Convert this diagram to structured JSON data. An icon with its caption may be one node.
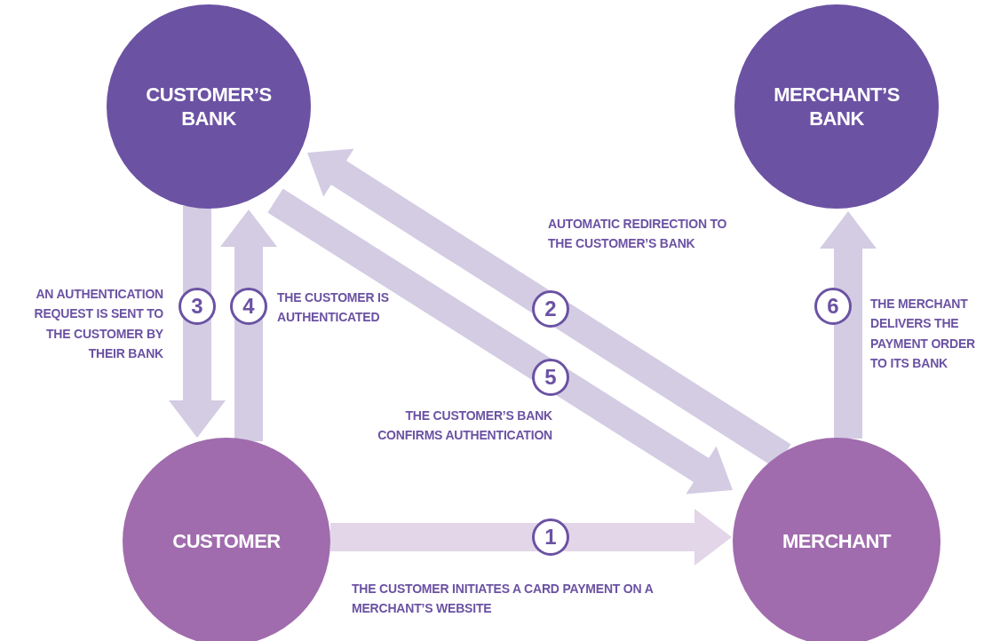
{
  "diagram": {
    "nodes": [
      {
        "text": [
          "CUSTOMER’S BANK"
        ]
      },
      {
        "text": [
          "MERCHANT’S BANK"
        ]
      },
      {
        "text": [
          "CUSTOMER"
        ]
      },
      {
        "text": [
          "MERCHANT"
        ]
      }
    ],
    "edges": [
      {
        "from": 2,
        "to": 3,
        "arrow": "to",
        "label": "1",
        "color": "#e3d6e9"
      },
      {
        "from": 3,
        "to": 0,
        "arrow": "to",
        "label": "2"
      },
      {
        "from": 0,
        "to": 2,
        "arrow": "to",
        "label": "3"
      },
      {
        "from": 2,
        "to": 0,
        "arrow": "to",
        "label": "4"
      },
      {
        "from": 0,
        "to": 3,
        "arrow": "to",
        "label": "5"
      },
      {
        "from": 3,
        "to": 1,
        "arrow": "to",
        "label": "6"
      }
    ],
    "labels": [
      "AUTOMATIC REDIRECTION TO THE CUSTOMER’S BANK",
      "AN AUTHENTICATION REQUEST IS SENT TO THE CUSTOMER BY THEIR BANK",
      "THE CUSTOMER IS AUTHENTICATED",
      "THE MERCHANT DELIVERS THE PAYMENT ORDER TO ITS BANK",
      "THE CUSTOMER’S BANK CONFIRMS AUTHENTICATION",
      "THE CUSTOMER INITIATES A CARD PAYMENT ON A MERCHANT’S WEBSITE"
    ]
  }
}
